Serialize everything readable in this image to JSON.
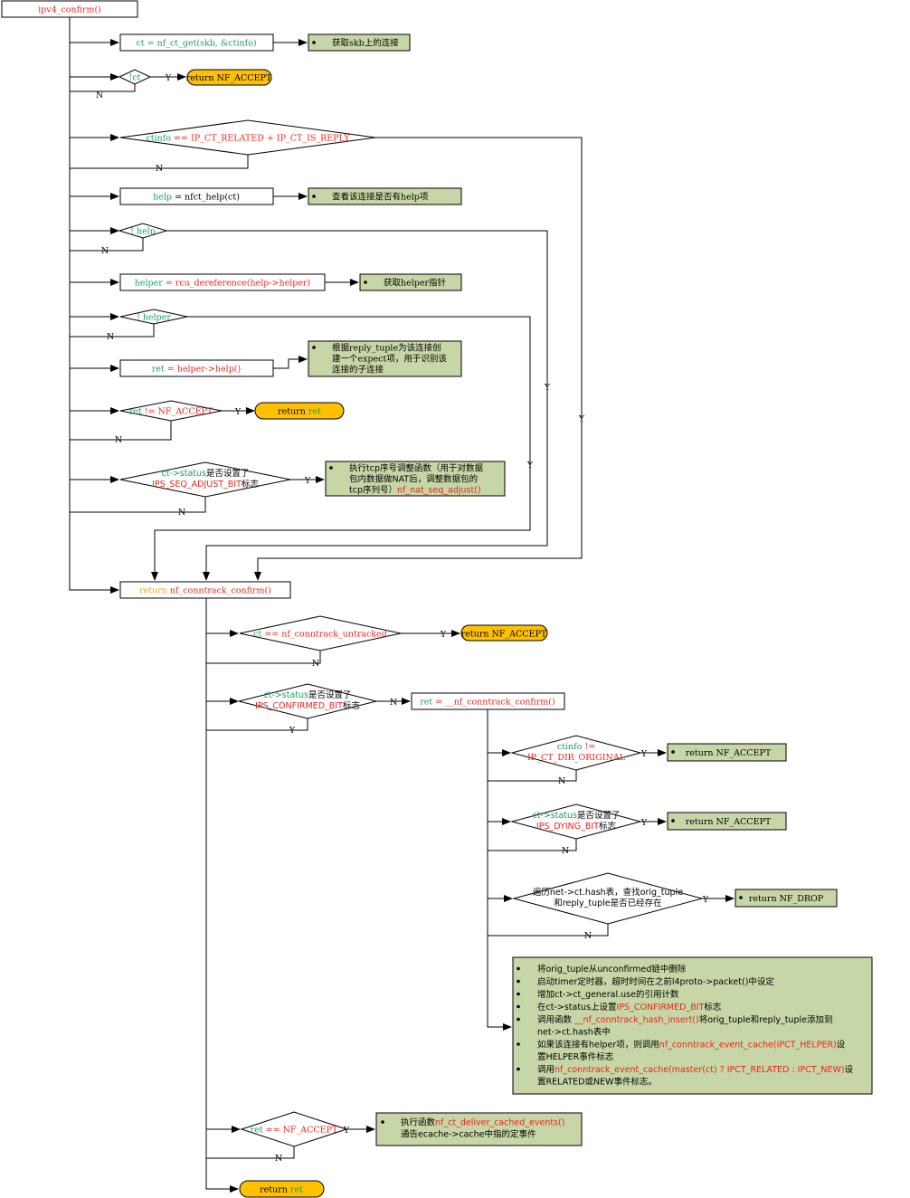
{
  "colors": {
    "note_fill": "#c7d6a6",
    "terminal_fill": "#ffc000",
    "red": "#e8251c",
    "green": "#18a05a",
    "orange": "#f0a800",
    "text": "#000000"
  },
  "labels": {
    "yes": "Y",
    "no": "N"
  },
  "nodes": {
    "start": "ipv4_confirm()",
    "get_ct": [
      [
        "ct = nf_ct_get(skb, &ctinfo)",
        "green"
      ]
    ],
    "note_get_ct": "获取skb上的连接",
    "cond_ct": [
      [
        "!ct",
        "green"
      ]
    ],
    "ret_accept_1": "return NF_ACCEPT",
    "cond_related": [
      [
        "ctinfo",
        "green"
      ],
      [
        " == IP_CT_RELATED + IP_CT_IS_REPLY",
        "red"
      ]
    ],
    "get_help": [
      [
        "help",
        "green"
      ],
      [
        " = nfct_help(ct)",
        "black"
      ]
    ],
    "note_help": "查看该连接是否有help项",
    "cond_help": [
      [
        "! help",
        "green"
      ]
    ],
    "get_helper": [
      [
        "helper",
        "green"
      ],
      [
        " = rcu_dereference(help->helper)",
        "red"
      ]
    ],
    "note_helper": "获取helper指针",
    "cond_helper": [
      [
        "! helper",
        "green"
      ]
    ],
    "call_help": [
      [
        "ret",
        "green"
      ],
      [
        " = helper->help()",
        "red"
      ]
    ],
    "note_call_help": [
      "根据reply_tuple为该连接创",
      "建一个expect项，用于识别该",
      "连接的子连接"
    ],
    "cond_ret": [
      [
        "ret",
        "green"
      ],
      [
        " != NF_ACCEPT",
        "red"
      ]
    ],
    "ret_ret_1": [
      [
        "return ",
        "black"
      ],
      [
        "ret",
        "green"
      ]
    ],
    "cond_seq": [
      [
        [
          "ct->status",
          "green"
        ],
        [
          "是否设置了",
          "black"
        ]
      ],
      [
        [
          "IPS_SEQ_ADJUST_BIT",
          "red"
        ],
        [
          "标志",
          "black"
        ]
      ]
    ],
    "note_seq": [
      [
        [
          "执行tcp序号调整函数（用于对数据",
          "black"
        ]
      ],
      [
        [
          "包内数据做NAT后，调整数据包的",
          "black"
        ]
      ],
      [
        [
          "tcp序列号）",
          "black"
        ],
        [
          "nf_nat_seq_adjust()",
          "red"
        ]
      ]
    ],
    "nf_confirm": [
      [
        "return ",
        "orange"
      ],
      [
        "nf_conntrack_confirm()",
        "red"
      ]
    ],
    "cond_untracked": [
      [
        "ct",
        "green"
      ],
      [
        " == nf_conntrack_untracked",
        "red"
      ]
    ],
    "ret_accept_2": "return NF_ACCEPT",
    "cond_confirmed": [
      [
        [
          "ct->status",
          "green"
        ],
        [
          "是否设置了",
          "black"
        ]
      ],
      [
        [
          "IPS_CONFIRMED_BIT",
          "red"
        ],
        [
          "标志",
          "black"
        ]
      ]
    ],
    "inner_confirm": [
      [
        "ret",
        "green"
      ],
      [
        " = __nf_conntrack_confirm()",
        "red"
      ]
    ],
    "cond_dir": [
      [
        [
          "ctinfo",
          "green"
        ],
        [
          " !=",
          "red"
        ]
      ],
      [
        [
          "IP_CT_DIR_ORIGINAL",
          "red"
        ]
      ]
    ],
    "note_ret_accept_a": "return NF_ACCEPT",
    "cond_dying": [
      [
        [
          "ct->status",
          "green"
        ],
        [
          "是否设置了",
          "black"
        ]
      ],
      [
        [
          "IPS_DYING_BIT",
          "red"
        ],
        [
          "标志",
          "black"
        ]
      ]
    ],
    "note_ret_accept_b": "return NF_ACCEPT",
    "cond_hash": [
      [
        [
          "遍历net->ct.hash表，查找orig_tuple",
          "black"
        ]
      ],
      [
        [
          "和reply_tuple是否已经存在",
          "black"
        ]
      ]
    ],
    "note_drop": "return NF_DROP",
    "note_big": [
      [
        [
          [
            "将orig_tuple从unconfirmed链中删除",
            "black"
          ]
        ]
      ],
      [
        [
          [
            "启动timer定时器，超时时间在之前l4proto->packet()中设定",
            "black"
          ]
        ]
      ],
      [
        [
          [
            "增加ct->ct_general.use的引用计数",
            "black"
          ]
        ]
      ],
      [
        [
          [
            "在ct->status上设置",
            "black"
          ],
          [
            "IPS_CONFIRMED_BIT",
            "red"
          ],
          [
            "标志",
            "black"
          ]
        ]
      ],
      [
        [
          [
            "调用函数 ",
            "black"
          ],
          [
            "__nf_conntrack_hash_insert()",
            "red"
          ],
          [
            "将orig_tuple和reply_tuple添加到",
            "black"
          ]
        ],
        [
          [
            "net->ct.hash表中",
            "black"
          ]
        ]
      ],
      [
        [
          [
            "如果该连接有helper项，则调用",
            "black"
          ],
          [
            "nf_conntrack_event_cache(IPCT_HELPER)",
            "red"
          ],
          [
            "设",
            "black"
          ]
        ],
        [
          [
            "置HELPER事件标志",
            "black"
          ]
        ]
      ],
      [
        [
          [
            "调用",
            "black"
          ],
          [
            "nf_conntrack_event_cache(master(ct) ? IPCT_RELATED : IPCT_NEW)",
            "red"
          ],
          [
            "设",
            "black"
          ]
        ],
        [
          [
            "置RELATED或NEW事件标志。",
            "black"
          ]
        ]
      ]
    ],
    "cond_final": [
      [
        "ret",
        "green"
      ],
      [
        " == NF_ACCEPT",
        "red"
      ]
    ],
    "note_deliver": [
      [
        [
          "执行函数",
          "black"
        ],
        [
          "nf_ct_deliver_cached_events()",
          "red"
        ]
      ],
      [
        [
          "通告ecache->cache中指的定事件",
          "black"
        ]
      ]
    ],
    "ret_ret_2": [
      [
        "return ",
        "black"
      ],
      [
        "ret",
        "green"
      ]
    ]
  }
}
